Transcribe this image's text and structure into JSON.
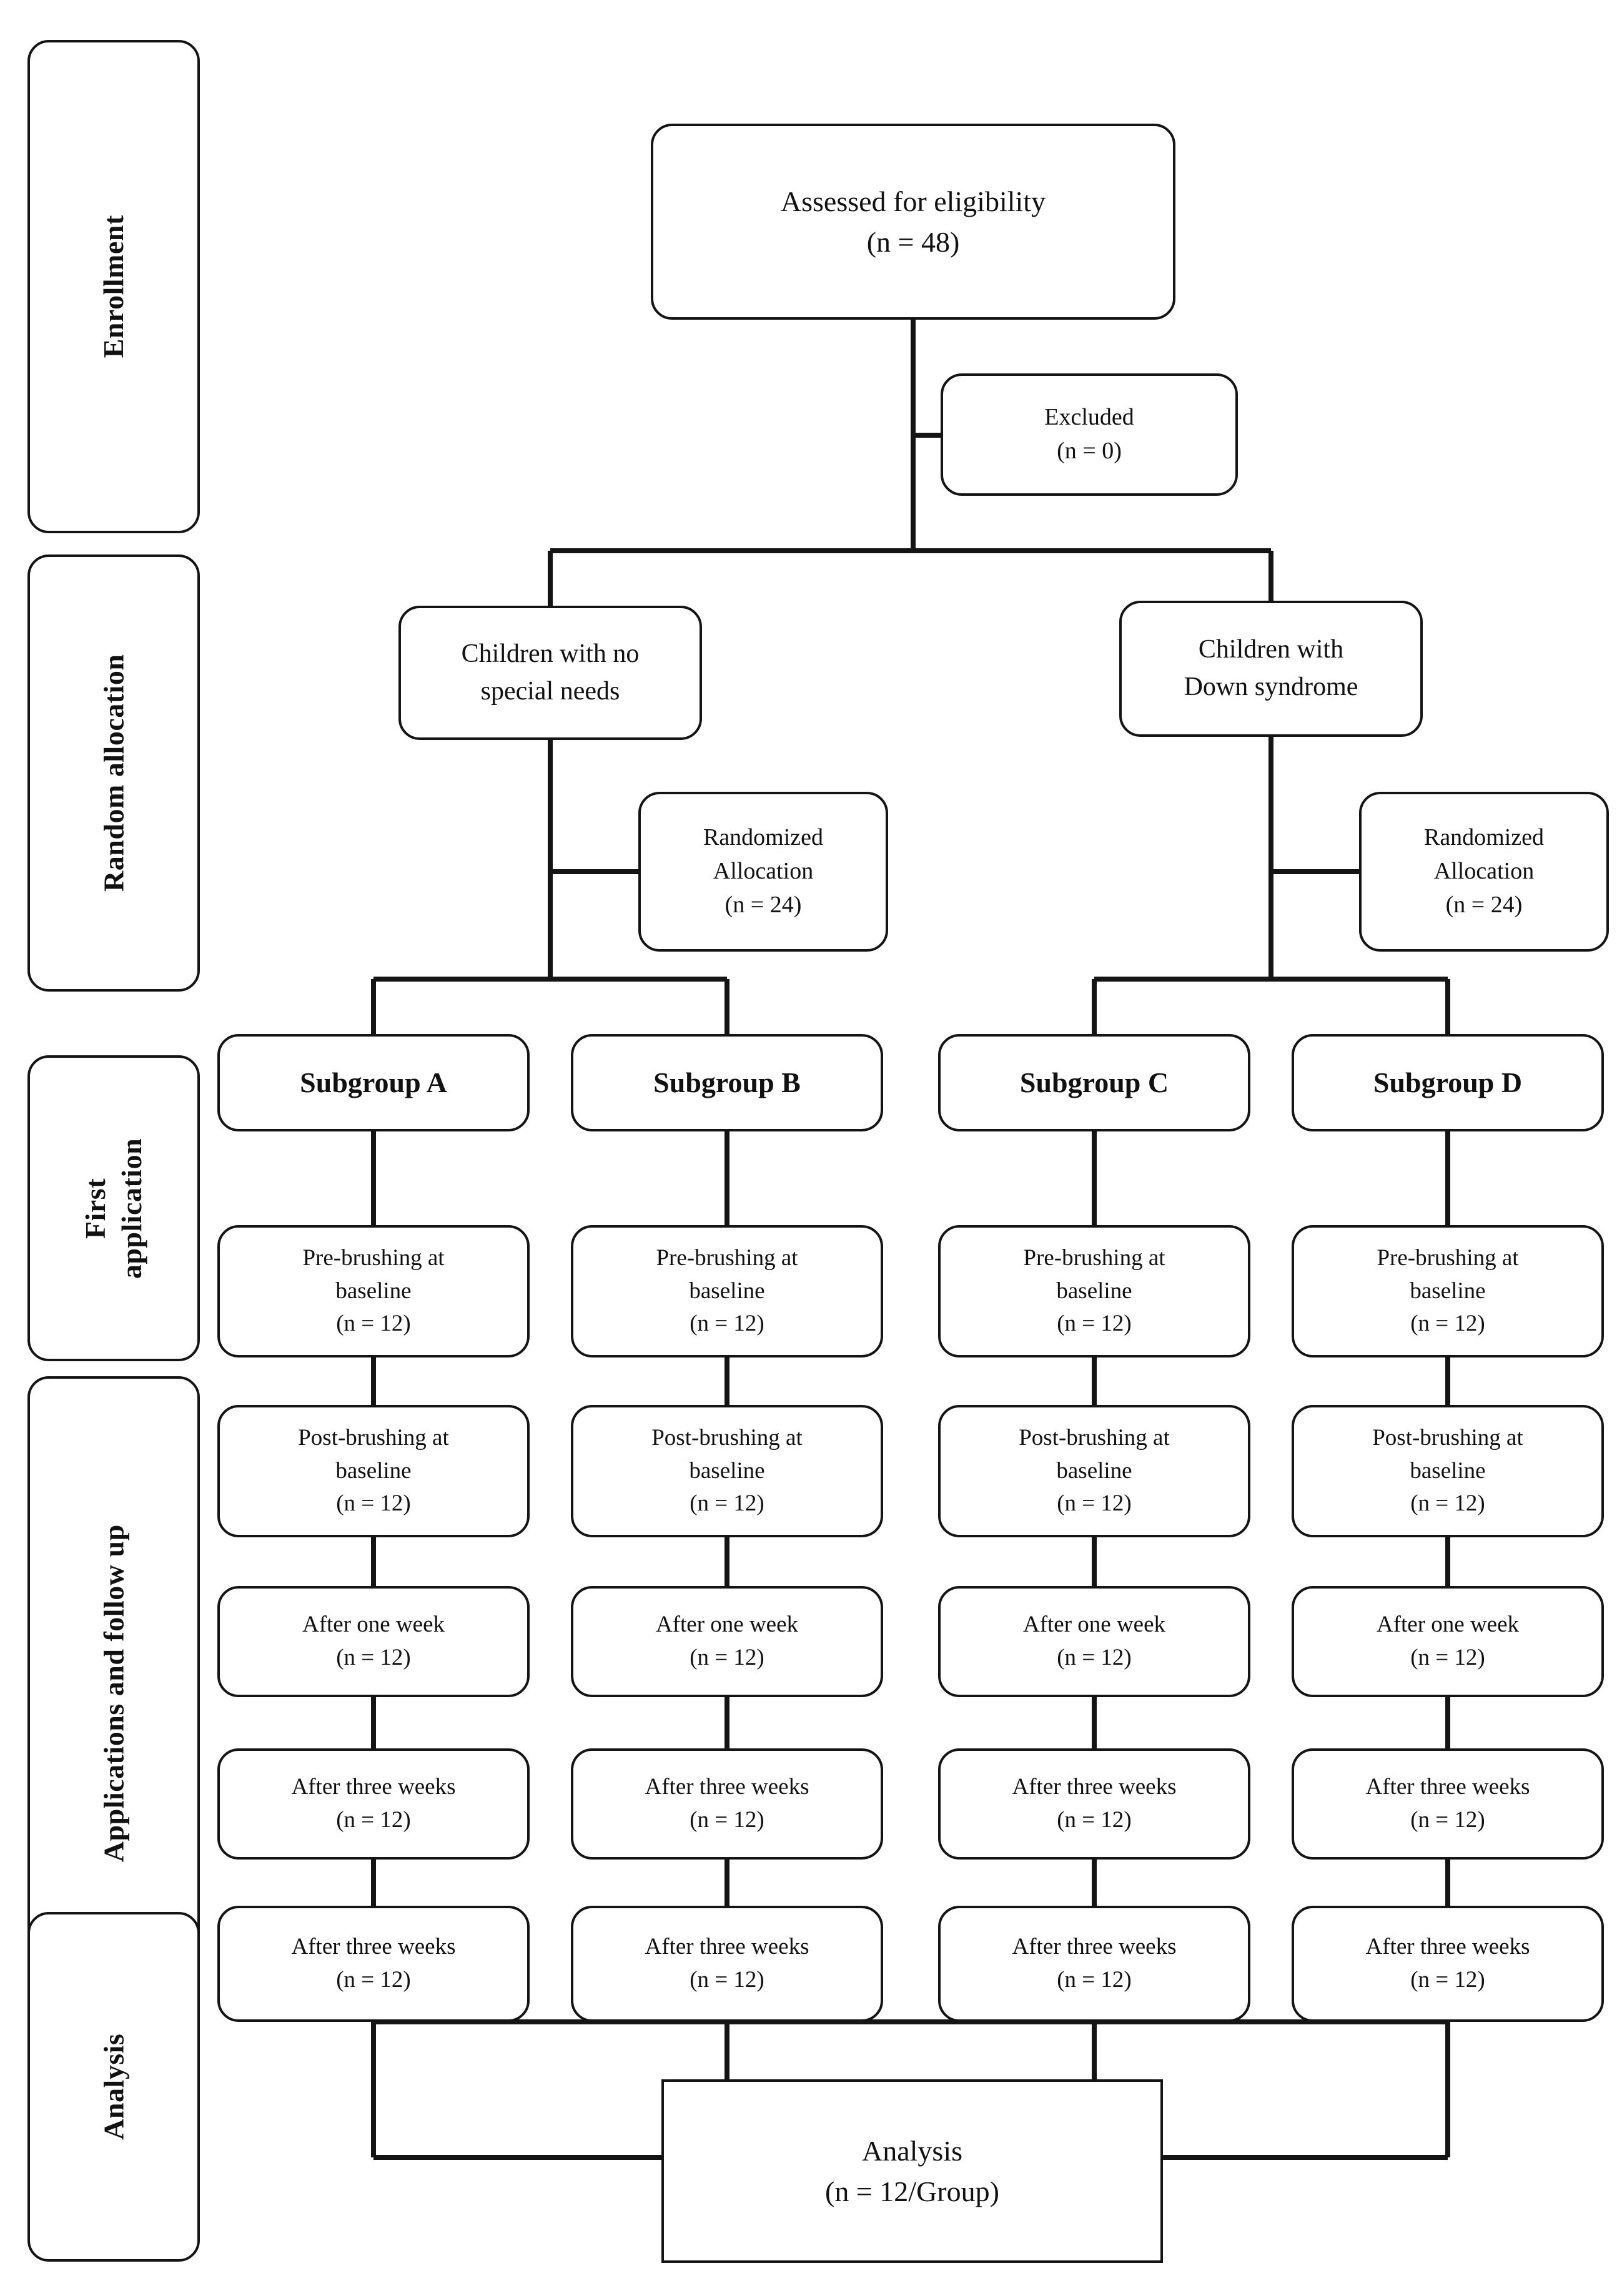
{
  "diagram": {
    "title": "CONSORT participant flow diagram",
    "line_color": "#141414",
    "background": "#ffffff"
  },
  "stages": [
    {
      "id": "enrollment",
      "label": "Enrollment"
    },
    {
      "id": "allocation",
      "label": "Random allocation"
    },
    {
      "id": "first",
      "label_line1": "First",
      "label_line2": "application"
    },
    {
      "id": "followup",
      "label": "Applications and follow up"
    },
    {
      "id": "analysis",
      "label": "Analysis"
    }
  ],
  "nodes": {
    "assessed": {
      "line1": "Assessed for eligibility",
      "line2": "(n = 48)"
    },
    "excluded": {
      "line1": "Excluded",
      "line2": "(n = 0)"
    },
    "group_left": {
      "line1": "Children with no",
      "line2": "special needs"
    },
    "group_right": {
      "line1": "Children with",
      "line2": "Down syndrome"
    },
    "rand_left": {
      "line1": "Randomized",
      "line2": "Allocation",
      "line3": "(n = 24)"
    },
    "rand_right": {
      "line1": "Randomized",
      "line2": "Allocation",
      "line3": "(n = 24)"
    },
    "analysis_final": {
      "line1": "Analysis",
      "line2": "(n = 12/Group)"
    }
  },
  "subgroups": [
    {
      "id": "A",
      "title": "Subgroup A"
    },
    {
      "id": "B",
      "title": "Subgroup B"
    },
    {
      "id": "C",
      "title": "Subgroup C"
    },
    {
      "id": "D",
      "title": "Subgroup D"
    }
  ],
  "timepoints": [
    {
      "id": "pre",
      "line1": "Pre-brushing at",
      "line2": "baseline",
      "line3": "(n = 12)"
    },
    {
      "id": "post",
      "line1": "Post-brushing at",
      "line2": "baseline",
      "line3": "(n = 12)"
    },
    {
      "id": "wk1",
      "line1": "After one week",
      "line2": "(n = 12)"
    },
    {
      "id": "wk3",
      "line1": "After three weeks",
      "line2": "(n = 12)"
    }
  ],
  "cells": {
    "A": {
      "pre1": "Pre-brushing at",
      "pre2": "baseline",
      "pre3": "(n = 12)",
      "post1": "Post-brushing at",
      "post2": "baseline",
      "post3": "(n = 12)",
      "wk1a": "After one week",
      "wk1b": "(n = 12)",
      "wk3a": "After three weeks",
      "wk3b": "(n = 12)"
    },
    "B": {
      "pre1": "Pre-brushing at",
      "pre2": "baseline",
      "pre3": "(n = 12)",
      "post1": "Post-brushing at",
      "post2": "baseline",
      "post3": "(n = 12)",
      "wk1a": "After one week",
      "wk1b": "(n = 12)",
      "wk3a": "After three weeks",
      "wk3b": "(n = 12)"
    },
    "C": {
      "pre1": "Pre-brushing at",
      "pre2": "baseline",
      "pre3": "(n = 12)",
      "post1": "Post-brushing at",
      "post2": "baseline",
      "post3": "(n = 12)",
      "wk1a": "After one week",
      "wk1b": "(n = 12)",
      "wk3a": "After three weeks",
      "wk3b": "(n = 12)"
    },
    "D": {
      "pre1": "Pre-brushing at",
      "pre2": "baseline",
      "pre3": "(n = 12)",
      "post1": "Post-brushing at",
      "post2": "baseline",
      "post3": "(n = 12)",
      "wk1a": "After one week",
      "wk1b": "(n = 12)",
      "wk3a": "After three weeks",
      "wk3b": "(n = 12)"
    }
  }
}
